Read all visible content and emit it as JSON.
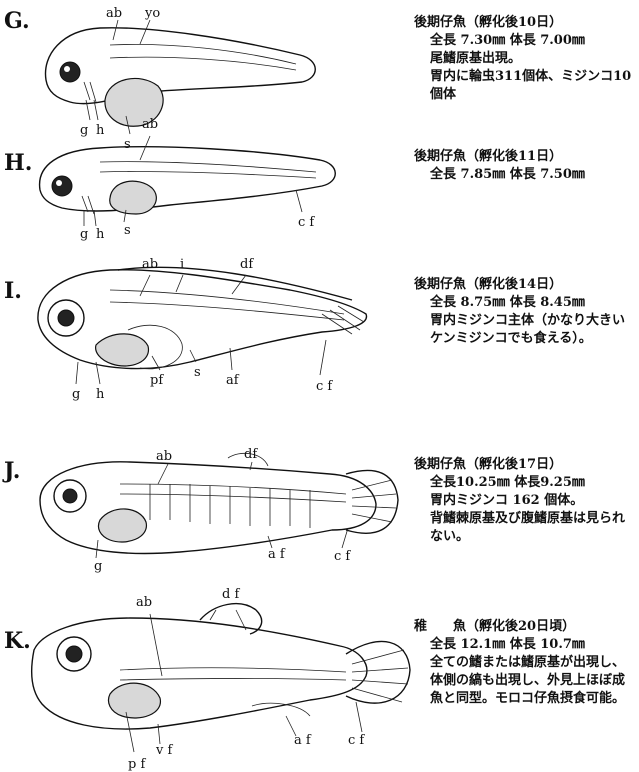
{
  "stages": [
    {
      "letter": "G.",
      "labels": {
        "ab": "ab",
        "yo": "yo",
        "g": "g",
        "h": "h",
        "s": "s"
      },
      "title": "後期仔魚（孵化後10日）",
      "lines": [
        "全長 7.30㎜ 体長 7.00㎜",
        "尾鰭原基出現。",
        "胃内に輪虫311個体、ミジンコ10個体"
      ]
    },
    {
      "letter": "H.",
      "labels": {
        "ab": "ab",
        "g": "g",
        "h": "h",
        "s": "s",
        "cf": "c f"
      },
      "title": "後期仔魚（孵化後11日）",
      "lines": [
        "全長 7.85㎜ 体長 7.50㎜"
      ]
    },
    {
      "letter": "I.",
      "labels": {
        "ab": "ab",
        "i": "i",
        "df": "df",
        "pf": "pf",
        "s": "s",
        "af": "af",
        "cf": "c f",
        "g": "g",
        "h": "h"
      },
      "title": "後期仔魚（孵化後14日）",
      "lines": [
        "全長 8.75㎜ 体長 8.45㎜",
        "胃内ミジンコ主体（かなり大きいケンミジンコでも食える）。"
      ]
    },
    {
      "letter": "J.",
      "labels": {
        "ab": "ab",
        "df": "df",
        "g": "g",
        "af": "a f",
        "cf": "c f"
      },
      "title": "後期仔魚（孵化後17日）",
      "lines": [
        "全長10.25㎜ 体長9.25㎜",
        "胃内ミジンコ 162 個体。",
        "背鰭棘原基及び腹鰭原基は見られない。"
      ]
    },
    {
      "letter": "K.",
      "labels": {
        "ab": "ab",
        "df": "d f",
        "pf": "p f",
        "vf": "v f",
        "af": "a f",
        "cf": "c f"
      },
      "title": "稚　　魚（孵化後20日頃）",
      "lines": [
        "全長 12.1㎜ 体長 10.7㎜",
        "全ての鰭または鰭原基が出現し、体側の縞も出現し、外見上ほぼ成魚と同型。モロコ仔魚摂食可能。"
      ]
    }
  ]
}
